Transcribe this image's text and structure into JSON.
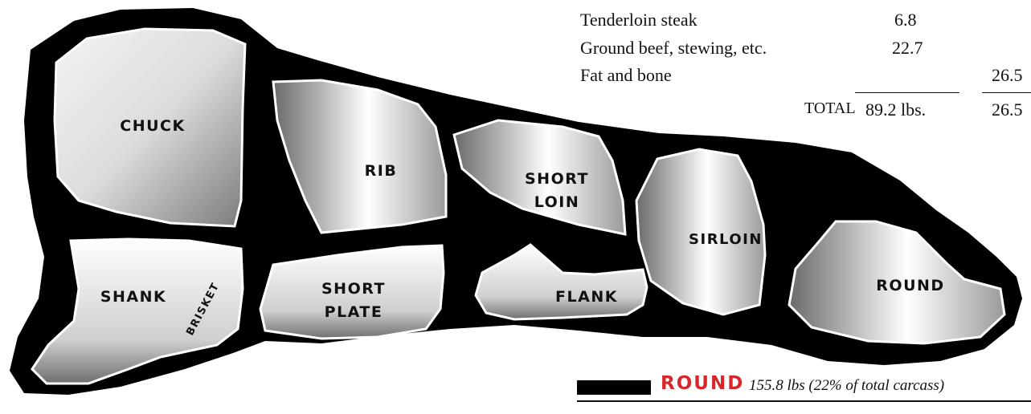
{
  "cut_labels": {
    "chuck": "CHUCK",
    "rib": "RIB",
    "short_loin_1": "SHORT",
    "short_loin_2": "LOIN",
    "sirloin": "SIRLOIN",
    "round": "ROUND",
    "shank": "SHANK",
    "brisket": "BRISKET",
    "short_plate_1": "SHORT",
    "short_plate_2": "PLATE",
    "flank": "FLANK"
  },
  "yield_table": {
    "rows": [
      {
        "label": "Tenderloin steak",
        "value": "6.8"
      },
      {
        "label": "Ground beef, stewing, etc.",
        "value": "22.7"
      },
      {
        "label": "Fat and bone",
        "value2": "26.5"
      }
    ],
    "total_label": "TOTAL",
    "total_value": "89.2 lbs.",
    "total_value2": "26.5"
  },
  "legend": {
    "title": "ROUND",
    "note": "155.8 lbs  (22% of total carcass)"
  },
  "colors": {
    "silhouette": "#000000",
    "cut_fill_light": "#ffffff",
    "cut_fill_dark": "#8a8a8a",
    "accent_red": "#d9262b"
  }
}
